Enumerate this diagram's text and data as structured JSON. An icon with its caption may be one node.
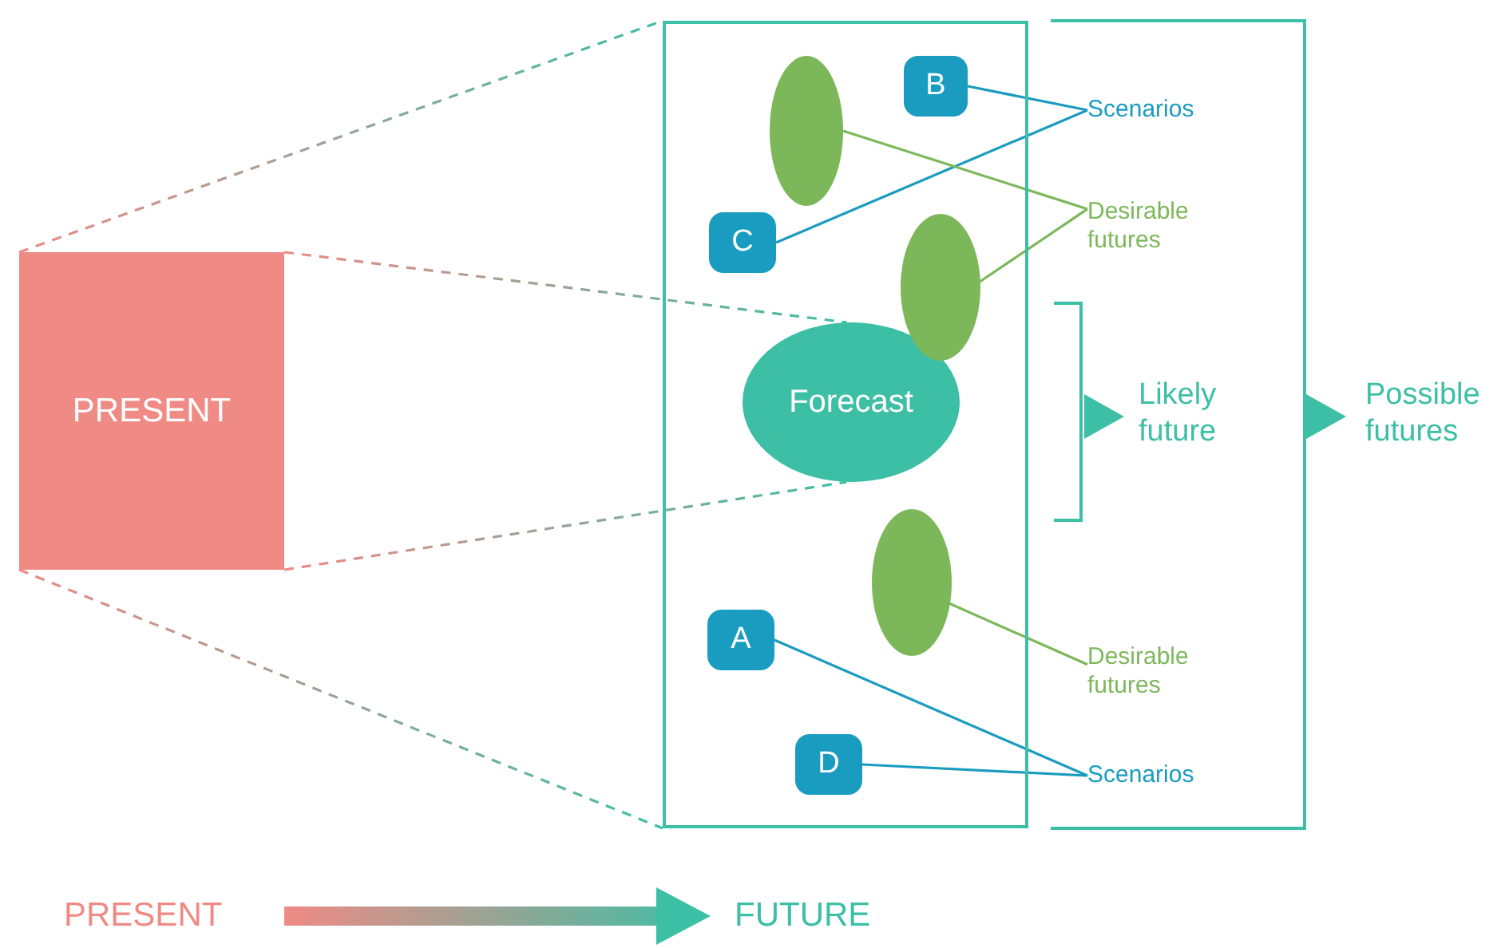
{
  "diagram": {
    "nodes": [
      {
        "text": [
          "PRESENT"
        ]
      },
      {
        "text": [],
        "shape": "box"
      },
      {
        "text": [],
        "shape": "ellipse",
        "in": 1
      },
      {
        "text": [
          "B"
        ],
        "in": 1
      },
      {
        "text": [
          "C"
        ],
        "in": 1
      },
      {
        "text": [],
        "shape": "ellipse",
        "in": 1
      },
      {
        "text": [
          "Forecast"
        ],
        "in": 1
      },
      {
        "text": [],
        "shape": "ellipse",
        "in": 1
      },
      {
        "text": [
          "A"
        ],
        "in": 1
      },
      {
        "text": [
          "D"
        ],
        "in": 1
      },
      {
        "text": [
          "Scenarios"
        ]
      },
      {
        "text": [
          "Desirable futures"
        ]
      },
      {
        "text": [
          "Likely future"
        ]
      },
      {
        "text": [
          "Desirable futures"
        ]
      },
      {
        "text": [
          "Scenarios"
        ]
      },
      {
        "text": [
          "Possible futures"
        ]
      },
      {
        "text": [
          "PRESENT"
        ]
      },
      {
        "text": [
          "FUTURE"
        ]
      }
    ],
    "edges": [
      {
        "from": 3,
        "to": 10,
        "arrow": "none",
        "color": "#1a9cc0"
      },
      {
        "from": 4,
        "to": 10,
        "arrow": "none",
        "color": "#1a9cc0"
      },
      {
        "from": 2,
        "to": 11,
        "arrow": "none",
        "color": "#7cb85a"
      },
      {
        "from": 5,
        "to": 11,
        "arrow": "none",
        "color": "#7cb85a"
      },
      {
        "from": 7,
        "to": 13,
        "arrow": "none",
        "color": "#7cb85a"
      },
      {
        "from": 8,
        "to": 14,
        "arrow": "none",
        "color": "#1a9cc0"
      },
      {
        "from": 9,
        "to": 14,
        "arrow": "none",
        "color": "#1a9cc0"
      },
      {
        "from": 0,
        "to": 1,
        "arrow": "none",
        "style": "dashed",
        "color": "#ef8a85"
      },
      {
        "from": 0,
        "to": 6,
        "arrow": "none",
        "style": "dashed",
        "color": "#ef8a85"
      },
      {
        "from": 0,
        "to": 6,
        "arrow": "none",
        "style": "dashed",
        "color": "#ef8a85"
      },
      {
        "from": 0,
        "to": 1,
        "arrow": "none",
        "style": "dashed",
        "color": "#ef8a85"
      },
      {
        "from": 16,
        "to": 17,
        "arrow": "to",
        "style": "thick",
        "color": "#ef8a85"
      }
    ]
  }
}
